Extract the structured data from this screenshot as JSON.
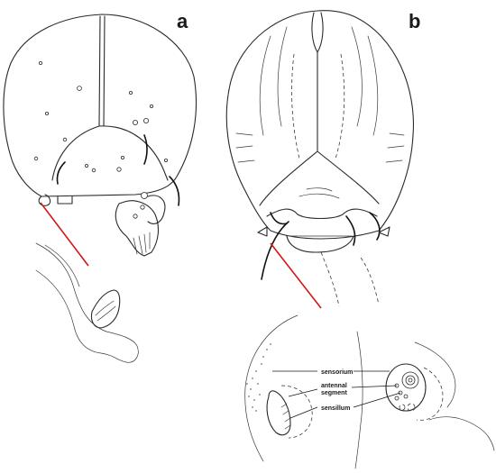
{
  "panels": {
    "a": {
      "letter": "a"
    },
    "b": {
      "letter": "b"
    }
  },
  "callouts": {
    "sensorium": "sensorium",
    "antennal_segment_line1": "antennal",
    "antennal_segment_line2": "segment",
    "sensillum": "sensillum"
  },
  "colors": {
    "pointer_line": "#d01818",
    "ink": "#2a2a2a",
    "background": "#ffffff"
  }
}
